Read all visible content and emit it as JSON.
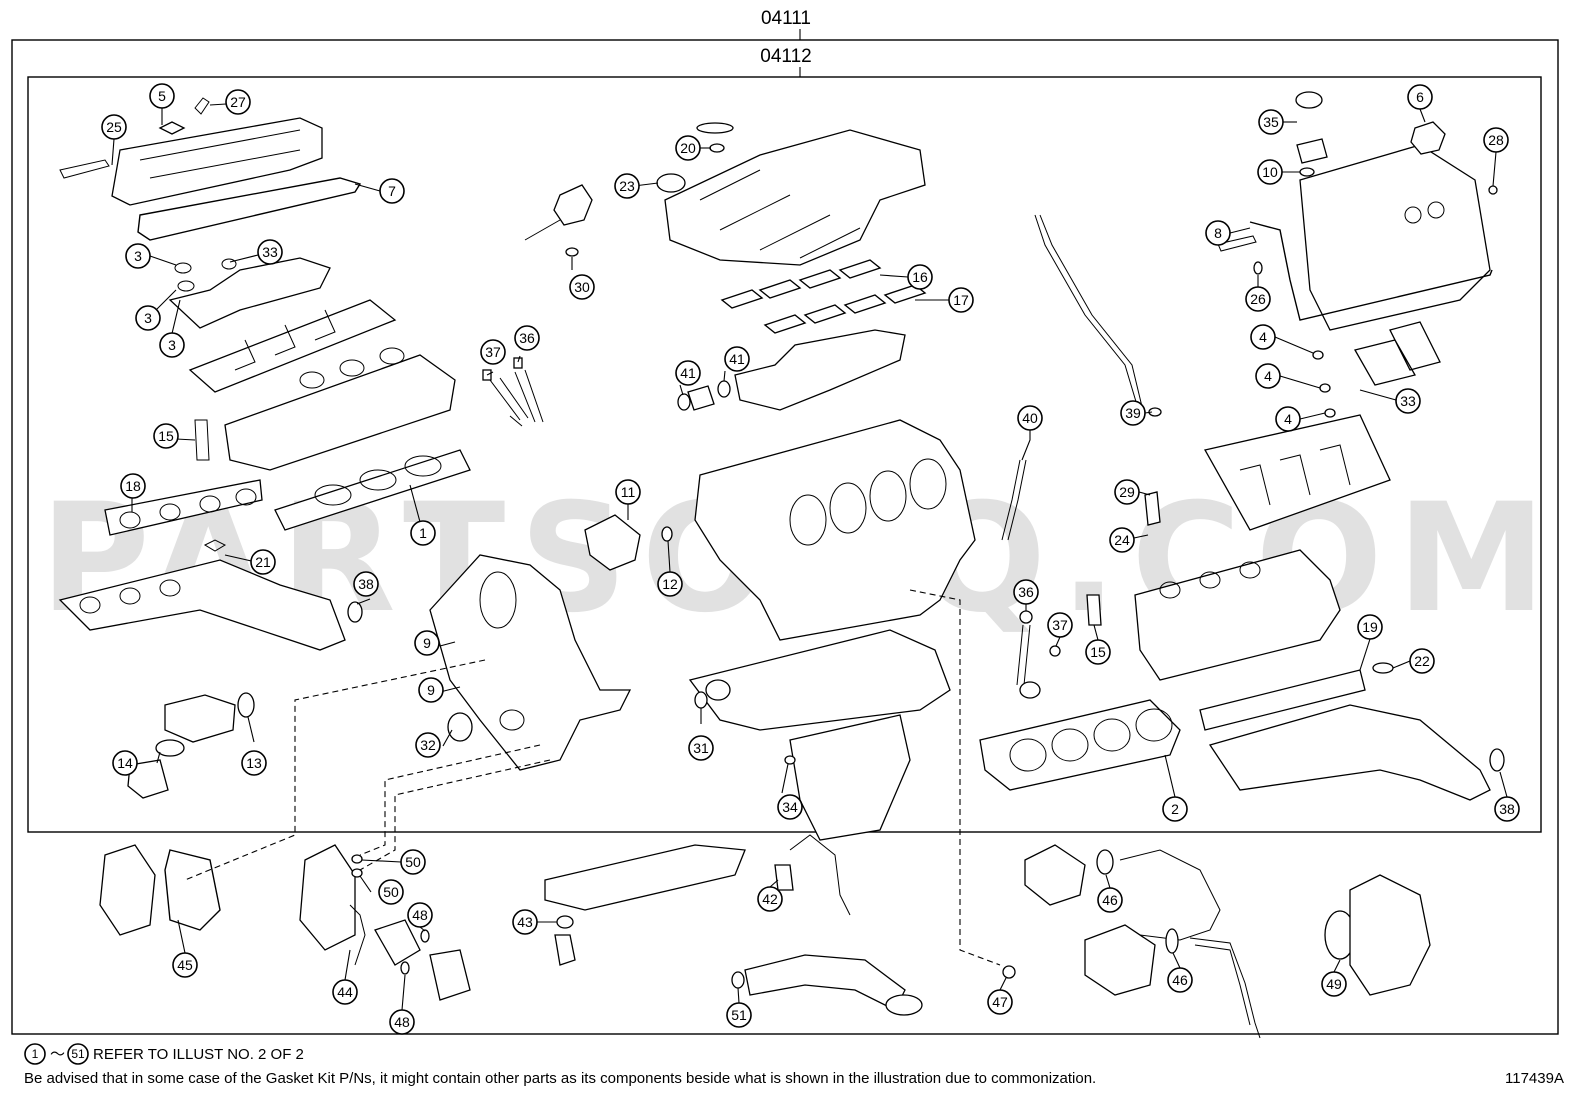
{
  "group_codes": {
    "outer": "04111",
    "inner": "04112"
  },
  "watermark": "PARTSOUQ.COM",
  "footnote": {
    "range_start": "1",
    "range_end": "51",
    "range_separator": "～",
    "refer_text": "REFER TO ILLUST NO. 2 OF 2",
    "advisory": "Be advised that in some case of the Gasket Kit P/Ns,  it might contain other parts as its components beside what is shown in the illustration due to commonization."
  },
  "illustration_id": "117439A",
  "callouts": [
    {
      "label": "25"
    },
    {
      "label": "5"
    },
    {
      "label": "27"
    },
    {
      "label": "7"
    },
    {
      "label": "33"
    },
    {
      "label": "3"
    },
    {
      "label": "3"
    },
    {
      "label": "3"
    },
    {
      "label": "15"
    },
    {
      "label": "18"
    },
    {
      "label": "1"
    },
    {
      "label": "21"
    },
    {
      "label": "38"
    },
    {
      "label": "14"
    },
    {
      "label": "13"
    },
    {
      "label": "9"
    },
    {
      "label": "9"
    },
    {
      "label": "32"
    },
    {
      "label": "11"
    },
    {
      "label": "12"
    },
    {
      "label": "37"
    },
    {
      "label": "36"
    },
    {
      "label": "30"
    },
    {
      "label": "23"
    },
    {
      "label": "20"
    },
    {
      "label": "16"
    },
    {
      "label": "17"
    },
    {
      "label": "41"
    },
    {
      "label": "41"
    },
    {
      "label": "31"
    },
    {
      "label": "34"
    },
    {
      "label": "39"
    },
    {
      "label": "40"
    },
    {
      "label": "36"
    },
    {
      "label": "37"
    },
    {
      "label": "15"
    },
    {
      "label": "29"
    },
    {
      "label": "24"
    },
    {
      "label": "2"
    },
    {
      "label": "35"
    },
    {
      "label": "6"
    },
    {
      "label": "28"
    },
    {
      "label": "10"
    },
    {
      "label": "8"
    },
    {
      "label": "26"
    },
    {
      "label": "4"
    },
    {
      "label": "4"
    },
    {
      "label": "4"
    },
    {
      "label": "33"
    },
    {
      "label": "19"
    },
    {
      "label": "22"
    },
    {
      "label": "38"
    },
    {
      "label": "45"
    },
    {
      "label": "50"
    },
    {
      "label": "50"
    },
    {
      "label": "44"
    },
    {
      "label": "48"
    },
    {
      "label": "48"
    },
    {
      "label": "43"
    },
    {
      "label": "42"
    },
    {
      "label": "51"
    },
    {
      "label": "47"
    },
    {
      "label": "46"
    },
    {
      "label": "46"
    },
    {
      "label": "49"
    }
  ]
}
